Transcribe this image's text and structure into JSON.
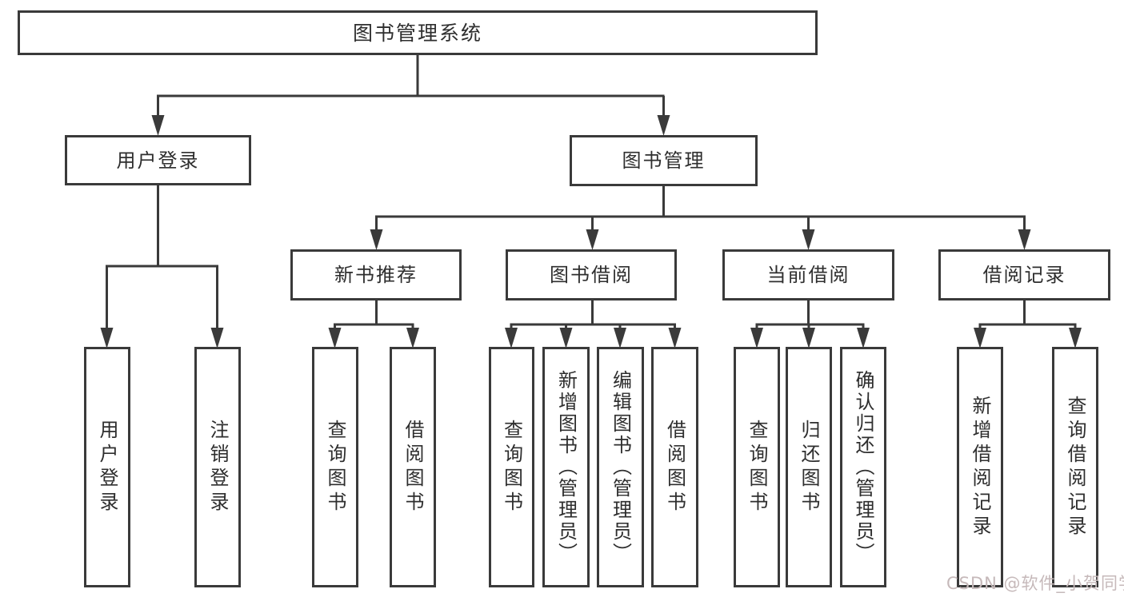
{
  "diagram": {
    "root": {
      "label": "图书管理系统"
    },
    "level2": [
      {
        "label": "用户登录"
      },
      {
        "label": "图书管理"
      }
    ],
    "level3": [
      {
        "label": "新书推荐"
      },
      {
        "label": "图书借阅"
      },
      {
        "label": "当前借阅"
      },
      {
        "label": "借阅记录"
      }
    ],
    "leaves_user_login": [
      {
        "label": "用户登录"
      },
      {
        "label": "注销登录"
      }
    ],
    "leaves_new_book": [
      {
        "label": "查询图书"
      },
      {
        "label": "借阅图书"
      }
    ],
    "leaves_book_borrow": [
      {
        "label": "查询图书"
      },
      {
        "label": "新增图书（管理员）"
      },
      {
        "label": "编辑图书（管理员）"
      },
      {
        "label": "借阅图书"
      }
    ],
    "leaves_current_borrow": [
      {
        "label": "查询图书"
      },
      {
        "label": "归还图书"
      },
      {
        "label": "确认归还（管理员）"
      }
    ],
    "leaves_borrow_record": [
      {
        "label": "新增借阅记录"
      },
      {
        "label": "查询借阅记录"
      }
    ],
    "watermark": "CSDN @软件_小贺同学",
    "colors": {
      "line": "#3a3a3a",
      "box_border": "#3a3a3a",
      "box_fill": "#ffffff",
      "text": "#2e2e2e",
      "watermark": "#c6b9ba"
    }
  }
}
